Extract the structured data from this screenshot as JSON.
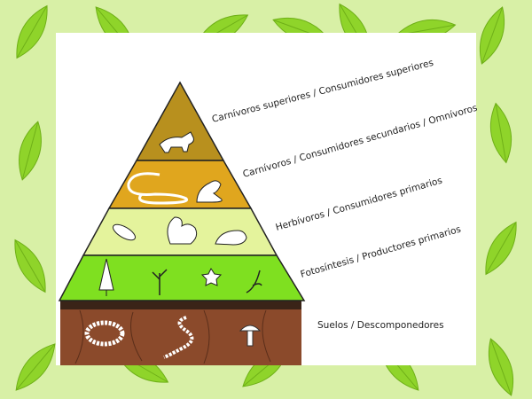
{
  "title": "Pirámide trófica",
  "levels": [
    {
      "label": "Carnívoros superiores / Consumidores superiores",
      "color": "#b8901e"
    },
    {
      "label": "Carnívoros / Consumidores secundarios / Omnívoros",
      "color": "#e0a61e"
    },
    {
      "label": "Herbívoros / Consumidores primarios",
      "color": "#e4f39c"
    },
    {
      "label": "Fotosíntesis / Productores primarios",
      "color": "#7fe020"
    },
    {
      "label": "Suelos / Descomponedores",
      "color": "#8b4a2b"
    }
  ],
  "colors": {
    "background": "#d8f0a6",
    "leaf": "#8fd42a",
    "panel": "#ffffff"
  }
}
